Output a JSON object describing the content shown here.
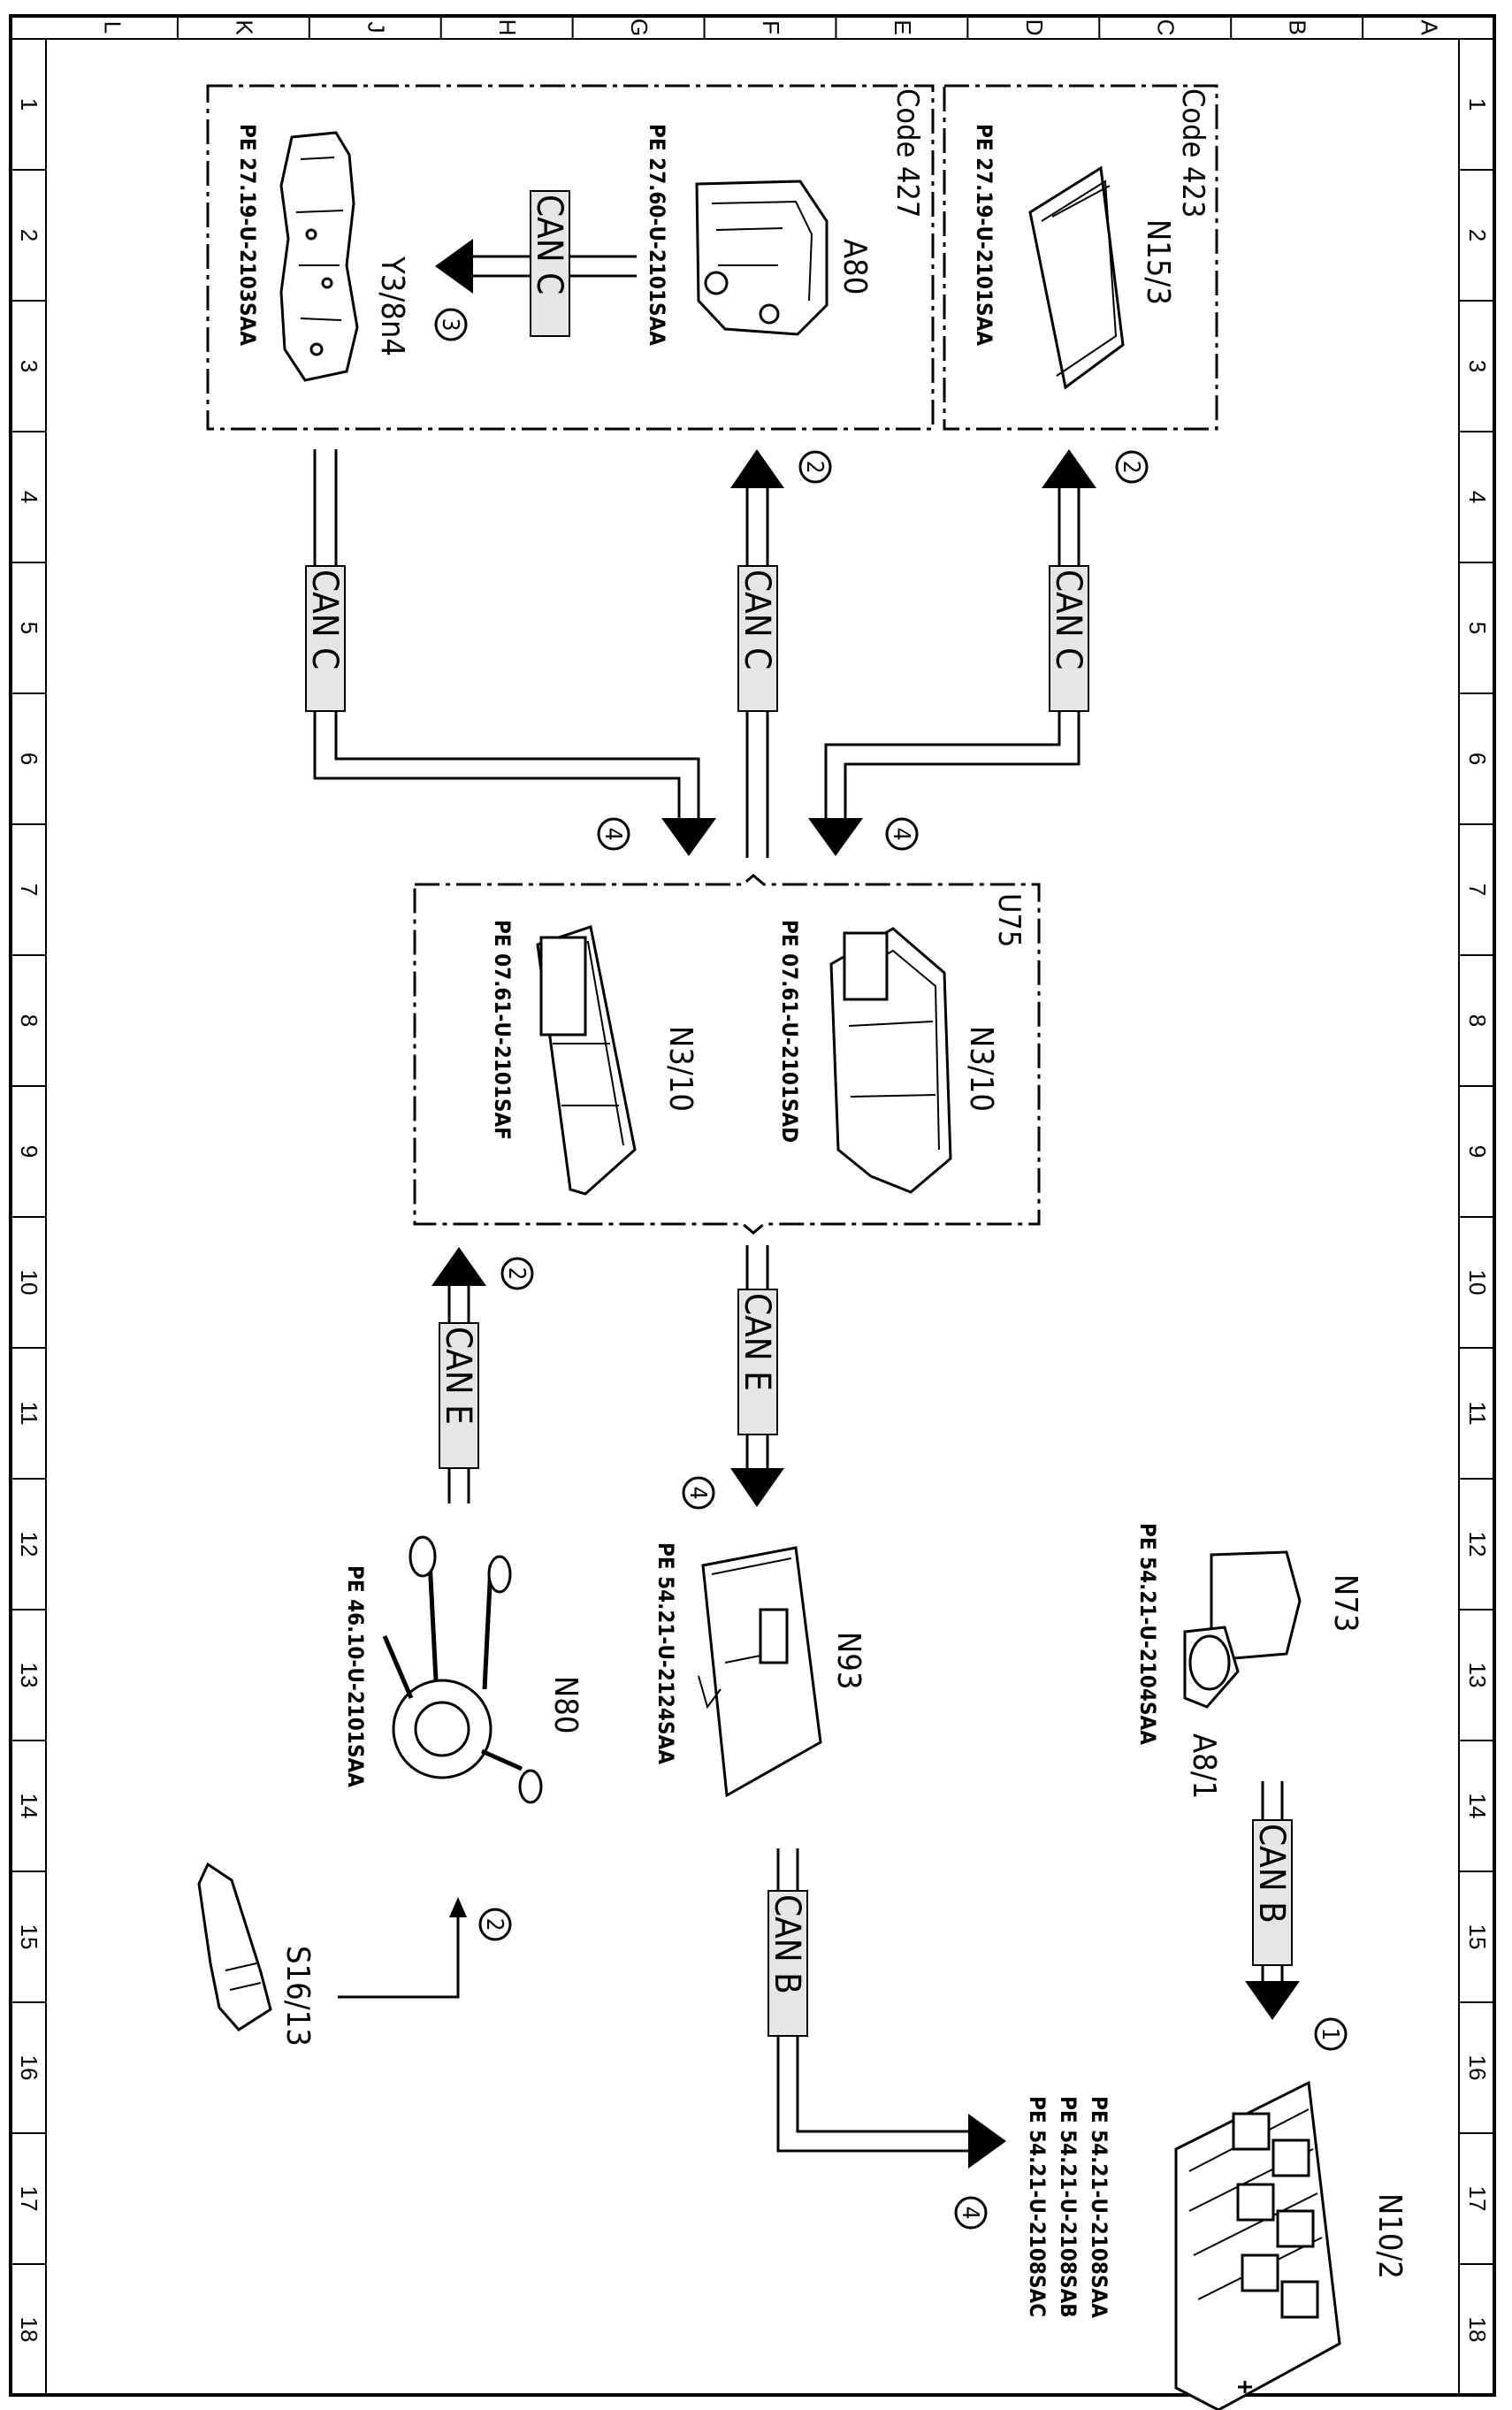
{
  "frame": {
    "columns": [
      "L",
      "K",
      "J",
      "H",
      "G",
      "F",
      "E",
      "D",
      "C",
      "B",
      "A"
    ],
    "rows": [
      "1",
      "2",
      "3",
      "4",
      "5",
      "6",
      "7",
      "8",
      "9",
      "10",
      "11",
      "12",
      "13",
      "14",
      "15",
      "16",
      "17",
      "18"
    ]
  },
  "groups": {
    "code427": "Code 427",
    "code423": "Code 423",
    "u75": "U75"
  },
  "components": {
    "y3_8n4": {
      "label": "Y3/8n4",
      "ref": "PE 27.19-U-2103SAA"
    },
    "a80": {
      "label": "A80",
      "ref": "PE 27.60-U-2101SAA"
    },
    "n15_3": {
      "label": "N15/3",
      "ref": "PE 27.19-U-2101SAA"
    },
    "n3_10_top": {
      "label": "N3/10",
      "ref": "PE 07.61-U-2101SAD"
    },
    "n3_10_bottom": {
      "label": "N3/10",
      "ref": "PE 07.61-U-2101SAF"
    },
    "n73": {
      "label": "N73",
      "ref": "PE 54.21-U-2104SAA"
    },
    "a8_1": {
      "label": "A8/1"
    },
    "n93": {
      "label": "N93",
      "ref": "PE 54.21-U-2124SAA"
    },
    "n80": {
      "label": "N80",
      "ref": "PE 46.10-U-2101SAA"
    },
    "s16_13": {
      "label": "S16/13"
    },
    "n10_2": {
      "label": "N10/2",
      "refs": [
        "PE 54.21-U-2108SAA",
        "PE 54.21-U-2108SAB",
        "PE 54.21-U-2108SAC"
      ]
    }
  },
  "buses": {
    "can_c_a80_y3": "CAN C",
    "can_c_left": "CAN C",
    "can_c_mid": "CAN C",
    "can_c_right": "CAN C",
    "can_e_right": "CAN E",
    "can_e_left": "CAN E",
    "can_b_right": "CAN B",
    "can_b_mid": "CAN B"
  },
  "callouts": {
    "c_y3": "3",
    "c_a80": "2",
    "c_n15": "2",
    "c_u75_left": "4",
    "c_u75_right": "4",
    "c_n3_can_e": "2",
    "c_n93": "4",
    "c_s16": "2",
    "c_n10_top": "1",
    "c_n10_bottom": "4"
  },
  "colors": {
    "line": "#000000",
    "bus_fill": "#e6e6e6",
    "paper": "#ffffff"
  }
}
